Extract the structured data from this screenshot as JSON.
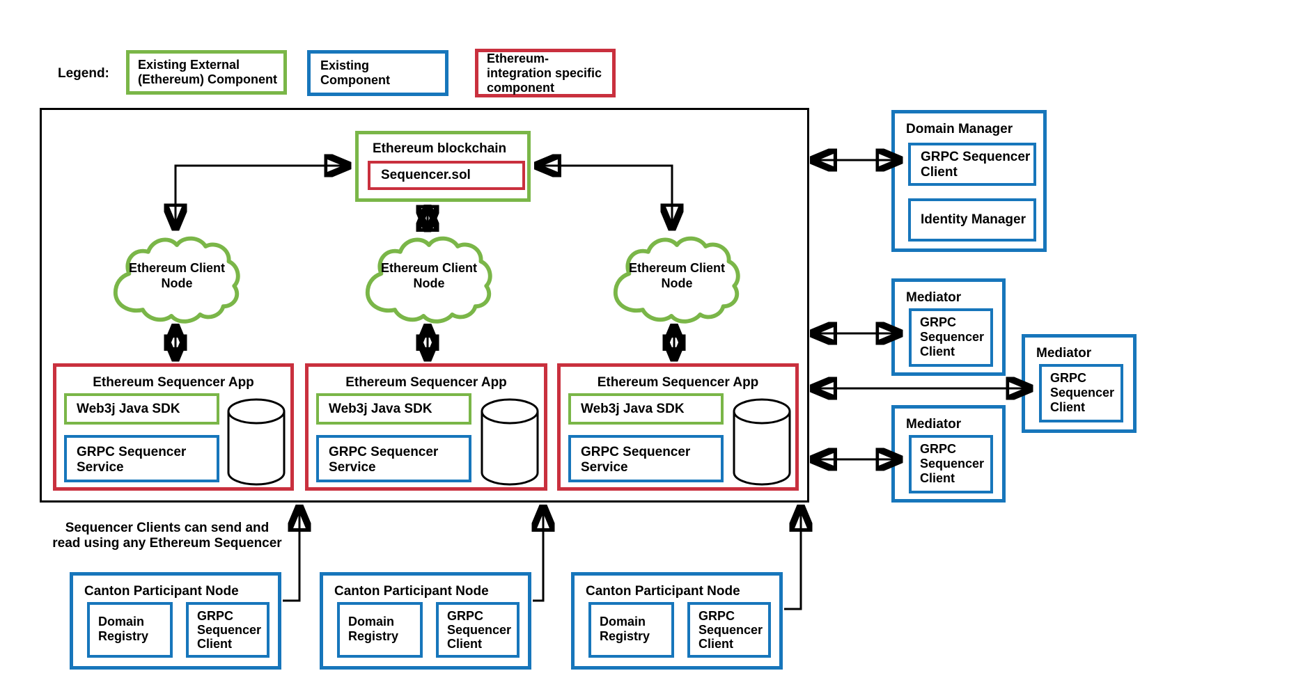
{
  "colors": {
    "green": "#7ab648",
    "blue": "#1776bb",
    "red": "#c9303e"
  },
  "legend": {
    "label": "Legend:",
    "green_item": "Existing External (Ethereum) Component",
    "blue_item": "Existing Component",
    "red_item": "Ethereum-integration specific component"
  },
  "blockchain": {
    "title": "Ethereum blockchain",
    "contract": "Sequencer.sol"
  },
  "cloud_label": "Ethereum Client Node",
  "apps": [
    {
      "title": "Ethereum Sequencer App",
      "sdk": "Web3j Java SDK",
      "service": "GRPC Sequencer Service"
    },
    {
      "title": "Ethereum Sequencer App",
      "sdk": "Web3j Java SDK",
      "service": "GRPC Sequencer Service"
    },
    {
      "title": "Ethereum Sequencer App",
      "sdk": "Web3j Java SDK",
      "service": "GRPC Sequencer Service"
    }
  ],
  "domain_manager": {
    "title": "Domain Manager",
    "client": "GRPC Sequencer Client",
    "identity": "Identity Manager"
  },
  "mediators": [
    {
      "title": "Mediator",
      "client": "GRPC Sequencer Client"
    },
    {
      "title": "Mediator",
      "client": "GRPC Sequencer Client"
    },
    {
      "title": "Mediator",
      "client": "GRPC Sequencer Client"
    }
  ],
  "canton_nodes": [
    {
      "title": "Canton Participant Node",
      "registry": "Domain Registry",
      "client": "GRPC Sequencer Client"
    },
    {
      "title": "Canton Participant Node",
      "registry": "Domain Registry",
      "client": "GRPC Sequencer Client"
    },
    {
      "title": "Canton Participant Node",
      "registry": "Domain Registry",
      "client": "GRPC Sequencer Client"
    }
  ],
  "note": "Sequencer Clients can send and read using any Ethereum Sequencer"
}
